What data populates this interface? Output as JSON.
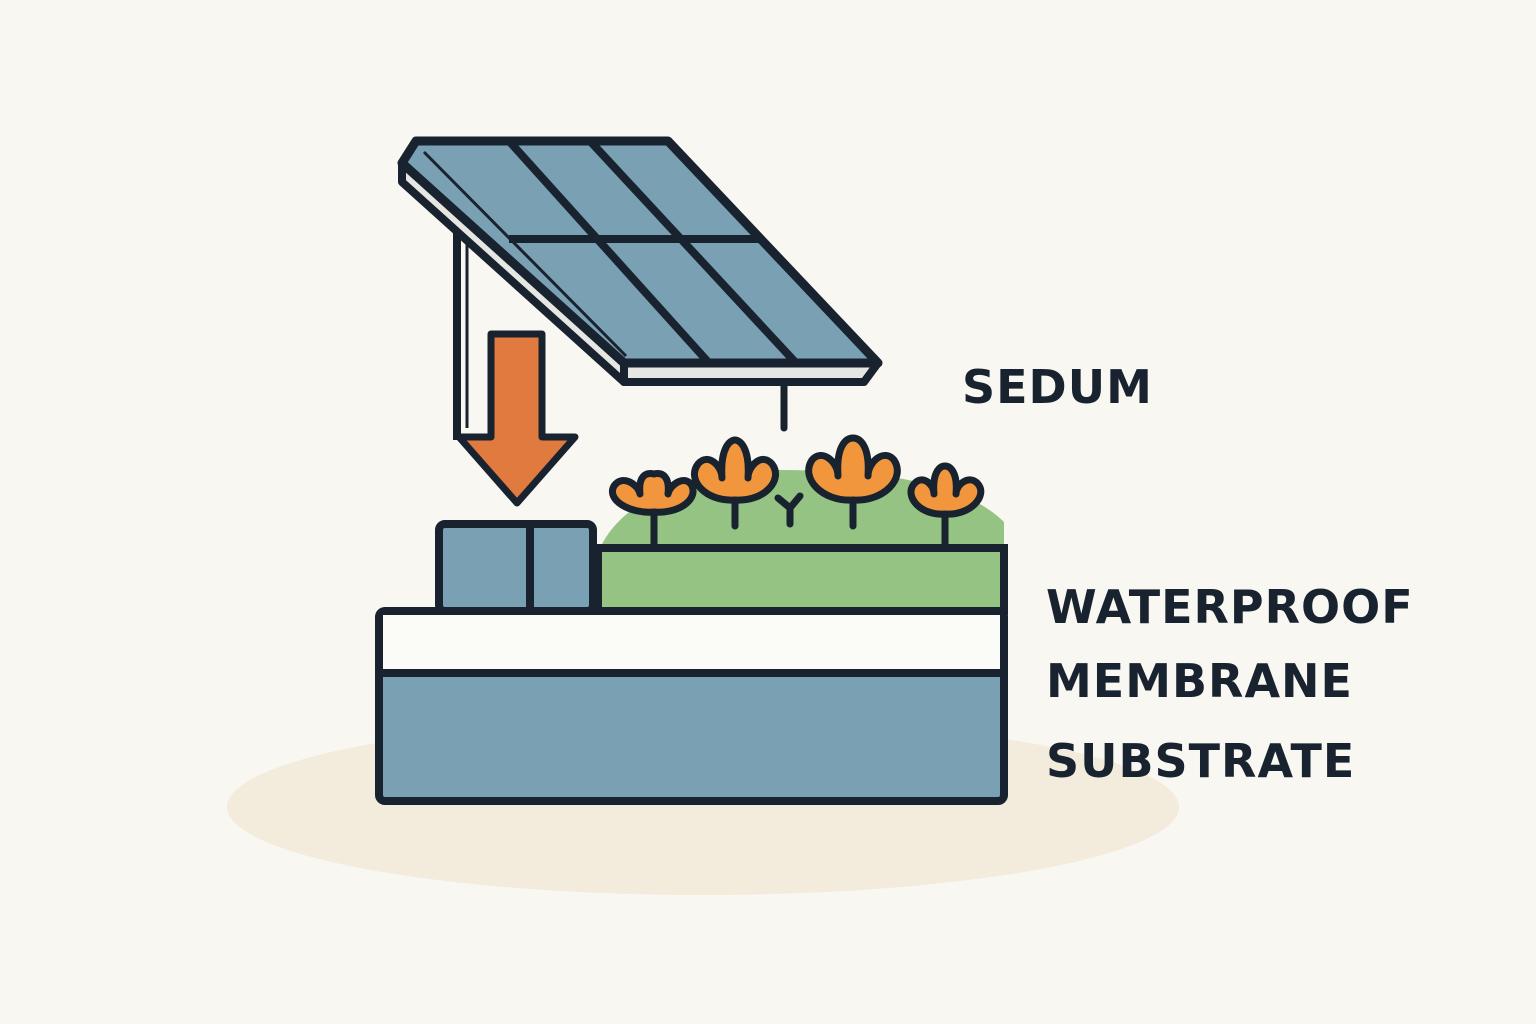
{
  "labels": {
    "sedum": "SEDUM",
    "membrane_line1": "WATERPROOF",
    "membrane_line2": "MEMBRANE",
    "substrate": "SUBSTRATE"
  },
  "colors": {
    "background": "#f9f7f2",
    "ground_shadow": "#f3ecdc",
    "outline": "#18232f",
    "panel_blue": "#7aa0b3",
    "membrane_white": "#fbfbf7",
    "sedum_green": "#94c383",
    "arrow_orange": "#e07a3e",
    "flower_orange": "#f2963e"
  },
  "icons": {
    "panel": "solar-panel-icon",
    "arrow": "down-arrow-icon",
    "flower": "flower-icon"
  }
}
